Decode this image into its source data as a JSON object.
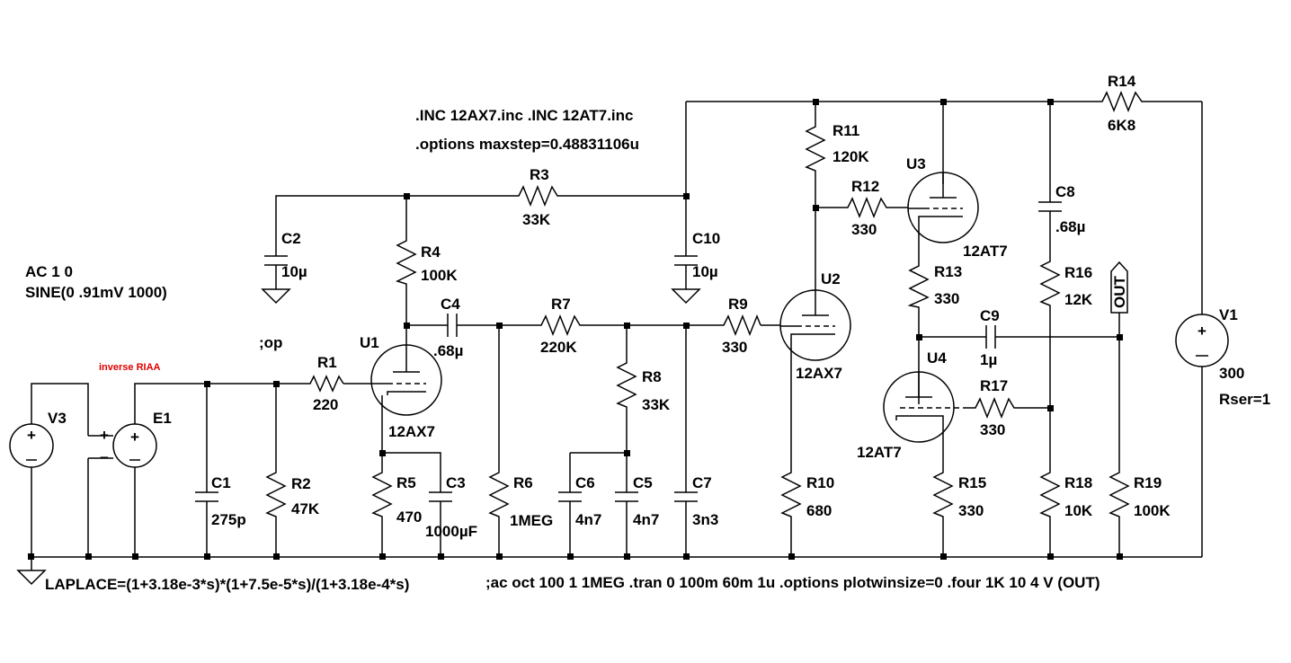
{
  "directives": {
    "inc": ".INC 12AX7.inc   .INC 12AT7.inc",
    "options": ".options maxstep=0.48831106u",
    "ac": "AC 1 0",
    "sine": "SINE(0 .91mV 1000)",
    "op": ";op",
    "laplace": "LAPLACE=(1+3.18e-3*s)*(1+7.5e-5*s)/(1+3.18e-4*s)",
    "bottom": ";ac oct 100 1 1MEG  .tran 0 100m 60m 1u    .options plotwinsize=0  .four 1K 10 4 V (OUT)"
  },
  "annotation": "inverse RIAA",
  "out_label": "OUT",
  "components": {
    "V3": "V3",
    "E1": "E1",
    "V1": {
      "name": "V1",
      "value": "300",
      "rser": "Rser=1"
    },
    "R1": {
      "name": "R1",
      "value": "220"
    },
    "R2": {
      "name": "R2",
      "value": "47K"
    },
    "R3": {
      "name": "R3",
      "value": "33K"
    },
    "R4": {
      "name": "R4",
      "value": "100K"
    },
    "R5": {
      "name": "R5",
      "value": "470"
    },
    "R6": {
      "name": "R6",
      "value": "1MEG"
    },
    "R7": {
      "name": "R7",
      "value": "220K"
    },
    "R8": {
      "name": "R8",
      "value": "33K"
    },
    "R9": {
      "name": "R9",
      "value": "330"
    },
    "R10": {
      "name": "R10",
      "value": "680"
    },
    "R11": {
      "name": "R11",
      "value": "120K"
    },
    "R12": {
      "name": "R12",
      "value": "330"
    },
    "R13": {
      "name": "R13",
      "value": "330"
    },
    "R14": {
      "name": "R14",
      "value": "6K8"
    },
    "R15": {
      "name": "R15",
      "value": "330"
    },
    "R16": {
      "name": "R16",
      "value": "12K"
    },
    "R17": {
      "name": "R17",
      "value": "330"
    },
    "R18": {
      "name": "R18",
      "value": "10K"
    },
    "R19": {
      "name": "R19",
      "value": "100K"
    },
    "C1": {
      "name": "C1",
      "value": "275p"
    },
    "C2": {
      "name": "C2",
      "value": "10µ"
    },
    "C3": {
      "name": "C3",
      "value": "1000µF"
    },
    "C4": {
      "name": "C4",
      "value": ".68µ"
    },
    "C5": {
      "name": "C5",
      "value": "4n7"
    },
    "C6": {
      "name": "C6",
      "value": "4n7"
    },
    "C7": {
      "name": "C7",
      "value": "3n3"
    },
    "C8": {
      "name": "C8",
      "value": ".68µ"
    },
    "C9": {
      "name": "C9",
      "value": "1µ"
    },
    "C10": {
      "name": "C10",
      "value": "10µ"
    },
    "U1": {
      "name": "U1",
      "model": "12AX7"
    },
    "U2": {
      "name": "U2",
      "model": "12AX7"
    },
    "U3": {
      "name": "U3",
      "model": "12AT7"
    },
    "U4": {
      "name": "U4",
      "model": "12AT7"
    }
  }
}
